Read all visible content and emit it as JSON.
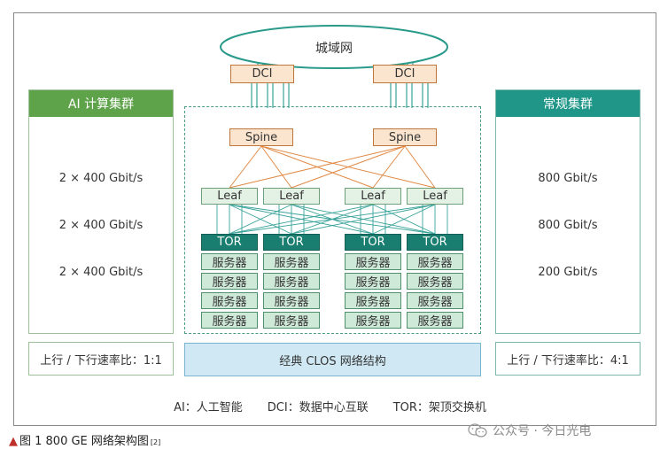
{
  "wan": {
    "label": "城域网"
  },
  "dci": [
    "DCI",
    "DCI"
  ],
  "spine": [
    "Spine",
    "Spine"
  ],
  "leaf": [
    "Leaf",
    "Leaf",
    "Leaf",
    "Leaf"
  ],
  "tor": [
    "TOR",
    "TOR",
    "TOR",
    "TOR"
  ],
  "server_label": "服务器",
  "clos_label": "经典 CLOS 网络结构",
  "left_cluster": {
    "title": "AI 计算集群",
    "rates": [
      "2 × 400 Gbit/s",
      "2 × 400 Gbit/s",
      "2 × 400 Gbit/s"
    ],
    "ratio": "上行 / 下行速率比：1:1",
    "header_color": "#5ea24a"
  },
  "right_cluster": {
    "title": "常规集群",
    "rates": [
      "800 Gbit/s",
      "800 Gbit/s",
      "200 Gbit/s"
    ],
    "ratio": "上行 / 下行速率比：4:1",
    "header_color": "#1f9688"
  },
  "legend": [
    "AI：人工智能",
    "DCI：数据中心互联",
    "TOR：架顶交换机"
  ],
  "caption": {
    "marker": "▲",
    "text": "图 1  800 GE 网络架构图",
    "ref": "[2]"
  },
  "watermark": {
    "icon": "wechat-icon",
    "text": "公众号 · 今日光电"
  },
  "colors": {
    "spine_link": "#e08a46",
    "leaf_link": "#3aa39a",
    "tor_fill": "#197d70",
    "server_fill": "#cfe9d8",
    "clos_fill": "#cfe8f3"
  }
}
